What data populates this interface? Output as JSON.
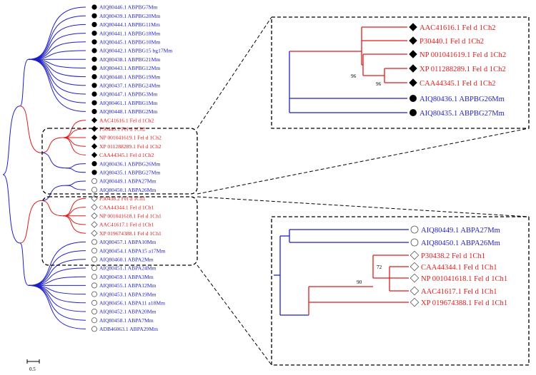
{
  "colors": {
    "blue": "#1f1fc8",
    "red": "#e01b1b",
    "marker": "#000000",
    "dash": "#000000"
  },
  "scale_bar": {
    "label": "0.5"
  },
  "main_tree": {
    "group_upper_blue": [
      {
        "label": "AIQ80446.1 ABPBG7Mm",
        "marker": "circle-filled"
      },
      {
        "label": "AIQ80439.1 ABPBG20Mm",
        "marker": "circle-filled"
      },
      {
        "label": "AIQ80444.1 ABPBG11Mm",
        "marker": "circle-filled"
      },
      {
        "label": "AIQ80441.1 ABPBG18Mm",
        "marker": "circle-filled"
      },
      {
        "label": "AIQ80445.1 ABPBG10Mm",
        "marker": "circle-filled"
      },
      {
        "label": "AIQ80442.1 ABPBG15 bg17Mm",
        "marker": "circle-filled"
      },
      {
        "label": "AIQ80438.1 ABPBG21Mm",
        "marker": "circle-filled"
      },
      {
        "label": "AIQ80443.1 ABPBG12Mm",
        "marker": "circle-filled"
      },
      {
        "label": "AIQ80440.1 ABPBG19Mm",
        "marker": "circle-filled"
      },
      {
        "label": "AIQ80437.1 ABPBG24Mm",
        "marker": "circle-filled"
      },
      {
        "label": "AIQ80447.1 ABPBG3Mm",
        "marker": "circle-filled"
      },
      {
        "label": "AIQ80461.1 ABPBG1Mm",
        "marker": "circle-filled"
      },
      {
        "label": "AIQ80448.1 ABPBG2Mm",
        "marker": "circle-filled"
      }
    ],
    "group_ch2": [
      {
        "label": "AAC41616.1 Fel d 1Ch2",
        "marker": "diamond-filled"
      },
      {
        "label": "P30440.1 Fel d 1Ch2",
        "marker": "diamond-filled"
      },
      {
        "label": "NP 001041619.1 Fel d 1Ch2",
        "marker": "diamond-filled"
      },
      {
        "label": "XP 011288289.1 Fel d 1Ch2",
        "marker": "diamond-filled"
      },
      {
        "label": "CAA44345.1 Fel d 1Ch2",
        "marker": "diamond-filled"
      }
    ],
    "group_bg_pair": [
      {
        "label": "AIQ80436.1 ABPBG26Mm",
        "marker": "circle-filled"
      },
      {
        "label": "AIQ80435.1 ABPBG27Mm",
        "marker": "circle-filled"
      }
    ],
    "group_a_pair": [
      {
        "label": "AIQ80449.1 ABPA27Mm",
        "marker": "circle-open"
      },
      {
        "label": "AIQ80450.1 ABPA26Mm",
        "marker": "circle-open"
      }
    ],
    "group_ch1": [
      {
        "label": "P30438.2 Fel d 1Ch1",
        "marker": "diamond-open"
      },
      {
        "label": "CAA44344.1 Fel d 1Ch1",
        "marker": "diamond-open"
      },
      {
        "label": "NP 001041618.1 Fel d 1Ch1",
        "marker": "diamond-open"
      },
      {
        "label": "AAC41617.1 Fel d 1Ch1",
        "marker": "diamond-open"
      },
      {
        "label": "XP 019674388.1 Fel d 1Ch1",
        "marker": "diamond-open"
      }
    ],
    "group_lower_a": [
      {
        "label": "AIQ80457.1 ABPA10Mm",
        "marker": "circle-open"
      },
      {
        "label": "AIQ80454.1 ABPA15 a17Mm",
        "marker": "circle-open"
      },
      {
        "label": "AIQ80460.1 ABPA2Mm",
        "marker": "circle-open"
      },
      {
        "label": "AIQ80451.1 ABPA24Mm",
        "marker": "circle-open"
      },
      {
        "label": "AIQ80459.1 ABPA3Mm",
        "marker": "circle-open"
      },
      {
        "label": "AIQ80455.1 ABPA12Mm",
        "marker": "circle-open"
      },
      {
        "label": "AIQ80453.1 ABPA19Mm",
        "marker": "circle-open"
      },
      {
        "label": "AIQ80456.1 ABPA11 a18Mm",
        "marker": "circle-open"
      },
      {
        "label": "AIQ80452.1 ABPA20Mm",
        "marker": "circle-open"
      },
      {
        "label": "AIQ80458.1 ABPA7Mm",
        "marker": "circle-open"
      },
      {
        "label": "ADB46063.1 ABPA29Mm",
        "marker": "circle-open"
      }
    ]
  },
  "inset_top": {
    "bootstrap": [
      "96",
      "96"
    ],
    "tips": [
      {
        "label": "AAC41616.1 Fel d 1Ch2",
        "marker": "diamond-filled",
        "color": "red"
      },
      {
        "label": "P30440.1 Fel d 1Ch2",
        "marker": "diamond-filled",
        "color": "red"
      },
      {
        "label": "NP 001041619.1 Fel d 1Ch2",
        "marker": "diamond-filled",
        "color": "red"
      },
      {
        "label": "XP 011288289.1 Fel d 1Ch2",
        "marker": "diamond-filled",
        "color": "red"
      },
      {
        "label": "CAA44345.1 Fel d 1Ch2",
        "marker": "diamond-filled",
        "color": "red"
      },
      {
        "label": "AIQ80436.1 ABPBG26Mm",
        "marker": "circle-filled",
        "color": "blue"
      },
      {
        "label": "AIQ80435.1 ABPBG27Mm",
        "marker": "circle-filled",
        "color": "blue"
      }
    ]
  },
  "inset_bottom": {
    "bootstrap": [
      "72",
      "90"
    ],
    "tips": [
      {
        "label": "AIQ80449.1 ABPA27Mm",
        "marker": "circle-open",
        "color": "blue"
      },
      {
        "label": "AIQ80450.1 ABPA26Mm",
        "marker": "circle-open",
        "color": "blue"
      },
      {
        "label": "P30438.2 Fel d 1Ch1",
        "marker": "diamond-open",
        "color": "red"
      },
      {
        "label": "CAA44344.1 Fel d 1Ch1",
        "marker": "diamond-open",
        "color": "red"
      },
      {
        "label": "NP 001041618.1 Fel d 1Ch1",
        "marker": "diamond-open",
        "color": "red"
      },
      {
        "label": "AAC41617.1 Fel d 1Ch1",
        "marker": "diamond-open",
        "color": "red"
      },
      {
        "label": "XP 019674388.1 Fel d 1Ch1",
        "marker": "diamond-open",
        "color": "red"
      }
    ]
  }
}
